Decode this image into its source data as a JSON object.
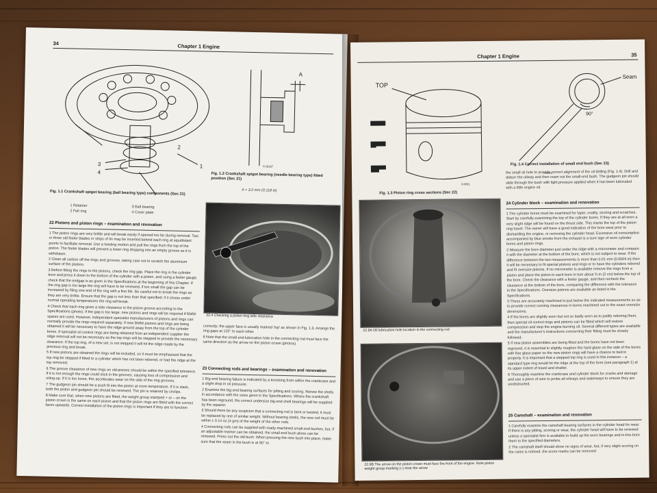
{
  "left": {
    "page_number": "34",
    "header": "Chapter 1  Engine",
    "fig11": {
      "caption": "Fig. 1.1 Crankshaft spigot bearing (ball bearing type) components (Sec 21)",
      "labels": [
        "1",
        "2",
        "3",
        "4"
      ],
      "legend": [
        "1  Retainer",
        "2  Felt ring",
        "3  Ball bearing",
        "4  Cover plate"
      ]
    },
    "fig12": {
      "caption": "Fig. 1.2 Crankshaft spigot bearing (needle bearing type) fitted position (Sec 21)",
      "sub": "A = 3.0 mm (0.118 in)",
      "label_a": "A",
      "code": "H.18187"
    },
    "sec22": {
      "title": "22  Pistons and piston rings – examination and renovation",
      "paras": [
        "1  The piston rings are very brittle and will break easily if opened too far during removal. Two or three old feeler blades or strips of tin may be inserted behind each ring at equidistant points to facilitate removal. Use a twisting motion and pull the rings from the top of the piston. The feeler blades will prevent a lower ring dropping into an empty groove as it is withdrawn.",
        "2  Clean all carbon off the rings and grooves, taking care not to scratch the aluminium surface of the pistons.",
        "3  Before fitting the rings to the pistons, check the ring gap. Place the ring in the cylinder bore and press it down to the bottom of the cylinder with a piston, and using a feeler gauge, check that the endgap is as given in the Specifications at the beginning of this Chapter. If the ring gap is too large the ring will have to be renewed, if too small the gap can be increased by filing one end of the ring with a fine file. Be careful not to break the rings as they are very brittle. Ensure that the gap is not less than that specified; if it closes under normal operating temperatures the ring will break.",
        "4  Check that each ring gives a side clearance in the piston groove according to the Specifications (photo). If the gap is too large, new pistons and rings will be required if BMW spares are used. However, independent specialist manufacturers of pistons and rings can normally provide the rings required separately. If new BMW pistons and rings are being obtained it will be necessary to have the ridge ground away from the top of the cylinder bores. If specialist oil control rings are being obtained from an independent supplier the ridge removal will not be necessary as the top rings will be stepped to provide the necessary clearance. If the top ring, of a new set, is not stepped it will hit the ridge made by the previous ring and break.",
        "5  If new pistons are obtained the rings will be included, so it must be emphasised that the top ring be stepped if fitted to a cylinder which has not been rebored, or had the ridge at the top removed.",
        "6  The groove clearance of new rings on old pistons should be within the specified tolerance. If it is not enough the rings could stick in the grooves, causing loss of compression and oiling-up. If it is too loose, this accelerates wear on the side of the ring grooves.",
        "7  The gudgeon pin should be a push fit into the piston at room temperature. If it is slack, both the piston and gudgeon pin should be renewed. The pin is retained by circlips.",
        "8  Make sure that, when new pistons are fitted, the weight group stamped + or – on the piston crown is the same on each piston and that the piston rings are fitted with the correct faces upwards. Correct installation of the piston rings is important if they are to function"
      ]
    },
    "photo224": {
      "caption": "22.4 Checking a piston ring side clearance"
    },
    "right_col_text": [
      "correctly; the upper face is usually marked 'top' as shown in Fig. 1.3. Arrange the ring gaps at 120° to each other.",
      "9  Note that the small end lubrication hole in the connecting rod must face the same direction as the arrow on the piston crown (photos)."
    ],
    "sec23": {
      "title": "23  Connecting rods and bearings – examination and renovation",
      "paras": [
        "1  Big-end bearing failure is indicated by a knocking from within the crankcase and a slight drop in oil pressure.",
        "2  Examine the big-end bearing surfaces for pitting and scoring. Renew the shells in accordance with the sizes given in the Specifications. Where the crankshaft has been reground, the correct undersize big-end shell bearings will be supplied by the repairer.",
        "3  Should there be any suspicion that a connecting rod is bent or twisted, it must be replaced by one of similar weight. Without bearing shells, the new rod must be within ± 0.14 oz (4 gm) of the weight of the other rods.",
        "4  Connecting rods can be supplied with ready-machined small-end bushes, but, if an adjustable reamer can be obtained, the small-end bush alone can be renewed. Press out the old bush. When pressing the new bush into place, make sure that the seam in the bush is at 90° to"
      ]
    }
  },
  "right": {
    "page_number": "35",
    "header": "Chapter 1  Engine",
    "fig13": {
      "caption": "Fig. 1.3 Piston ring cross sections (Sec 22)",
      "top_label": "TOP",
      "code": "H.6811"
    },
    "fig14": {
      "caption": "Fig. 1.4 Correct installation of small end bush (Sec 23)",
      "seam_label": "Seam",
      "angle_label": "90°",
      "code": "H.5814"
    },
    "photo229a": {
      "caption": "22.9A Oil lubrication hole location in the connecting rod"
    },
    "photo229b": {
      "caption": "22.9B The arrow on the piston crown must face the front of the engine. Note piston weight group marking (–) near the arrow"
    },
    "cont_text": "the small oil hole to provide correct alignment of the oil drilling (Fig. 1.4). Drill and deburr the oilway and then ream out the small-end bush. The gudgeon pin should slide through the bush with light pressure applied when it has been lubricated with a little engine oil.",
    "sec24": {
      "title": "24  Cylinder block – examination and renovation",
      "paras": [
        "1  The cylinder bores must be examined for taper, ovality, scoring and scratches. Start by carefully examining the top of the cylinder bores. If they are at all worn a very slight ridge will be found on the thrust side. This marks the top of the piston ring travel. The owner will have a good indication of the bore wear prior to dismantling the engine, or removing the cylinder head. Excessive oil consumption accompanied by blue smoke from the exhaust is a sure sign of worn cylinder bores and piston rings.",
        "2  Measure the bore diameter just under the ridge with a micrometer and compare it with the diameter at the bottom of the bore, which is not subject to wear. If the difference between the two measurements is more than 0.01 mm (0.0004 in) then it will be necessary to fit special pistons and rings or to have the cylinders rebored and fit oversize pistons. If no micrometer is available remove the rings from a piston and place the piston in each bore in turn about ¾ in (2 cm) below the top of the bore. Check the clearance with a feeler gauge, and then recheck the clearance at the bottom of the bore, comparing the difference with the tolerance in the Specifications. Oversize pistons are available as listed in the Specifications.",
        "3  These are accurately machined to just below the indicated measurements so as to provide correct running clearances in bores machined out to the exact oversize dimensions.",
        "4  If the bores are slightly worn but not so badly worn as to justify reboring them, then special oil control rings and pistons can be fitted which will restore compression and stop the engine burning oil. Several different types are available and the manufacturer's instructions concerning their fitting must be closely followed.",
        "5  If new piston assemblies are being fitted and the bores have not been reground, it is essential to slightly roughen the hard glaze on the side of the bores with fine glass paper so the new piston rings will have a chance to bed in properly. It is important that a stepped top ring is used in this instance – a standard type ring would hit the ridge at the top of the bore (see paragraph 1) at its upper extent of travel and shatter.",
        "6  Thoroughly examine the crankcase and cylinder block for cracks and damage and use a piece of wire to probe all oilways and waterways to ensure they are unobstructed."
      ]
    },
    "sec25": {
      "title": "25  Camshaft – examination and renovation",
      "paras": [
        "1  Carefully examine the camshaft bearing surfaces in the cylinder head for wear. If there is any pitting, scoring or wear, the cylinder head will have to be renewed unless a specialist firm is available to build up the worn bearings and in-line bore them to the specified diameters.",
        "2  The camshaft itself should show no signs of wear, but, if very slight scoring on the cams is noticed, the score marks can be removed"
      ]
    }
  },
  "colors": {
    "page": "#f1efe9",
    "ink": "#222222",
    "wood": "#5a381f"
  }
}
